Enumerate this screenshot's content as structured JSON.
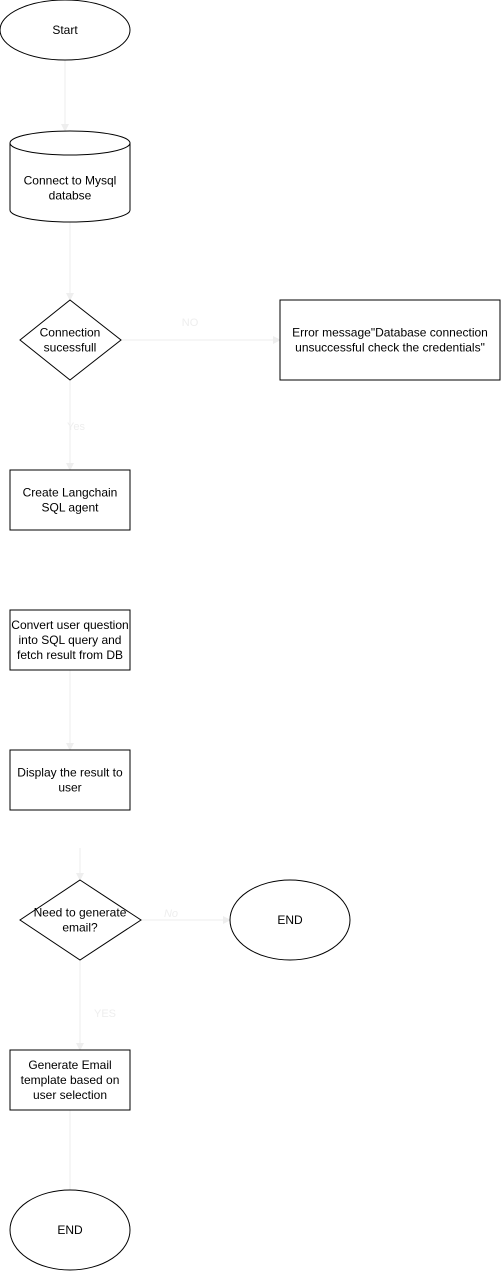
{
  "nodes": {
    "start": "Start",
    "connect": [
      "Connect to Mysql",
      "databse"
    ],
    "connection_check": [
      "Connection",
      "sucessfull"
    ],
    "error": [
      "Error message\"Database connection",
      "unsuccessful check the credentials\""
    ],
    "create_agent": [
      "Create Langchain",
      "SQL agent"
    ],
    "convert": [
      "Convert user question",
      "into SQL query and",
      "fetch result from DB"
    ],
    "display": [
      "Display the result to",
      "user"
    ],
    "email_check": [
      "Need to generate",
      "email?"
    ],
    "end_right": "END",
    "generate": [
      "Generate Email",
      "template based on",
      "user selection"
    ],
    "end_bottom": "END"
  },
  "edge_labels": {
    "connection_no": "NO",
    "connection_yes": "Yes",
    "email_no": "No",
    "email_yes": "YES"
  },
  "colors": {
    "stroke": "#000000",
    "connector": "#eeeeee",
    "fill": "#ffffff"
  }
}
